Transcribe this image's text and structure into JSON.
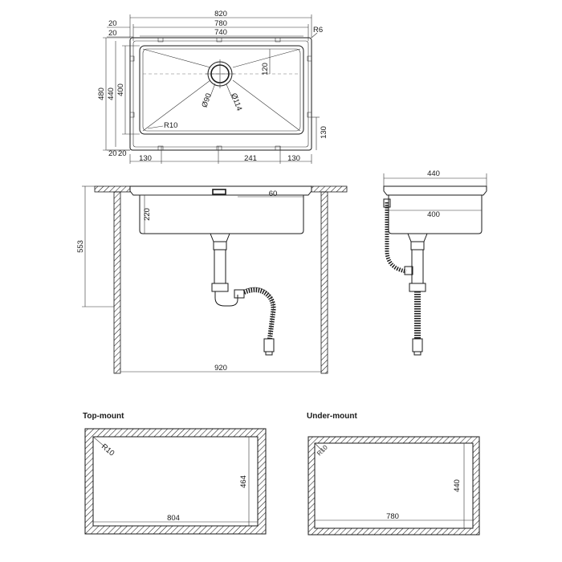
{
  "top_view": {
    "width_outer": "820",
    "width_middle": "780",
    "width_inner": "740",
    "corner_radius_outer": "R6",
    "height_outer": "480",
    "height_middle": "440",
    "height_inner": "400",
    "drain_offset": "120",
    "drain_diameter_inner": "Ø90",
    "drain_diameter_outer": "Ø114",
    "corner_radius_inner": "R10",
    "right_offset": "130",
    "margin_top_a": "20",
    "margin_top_b": "20",
    "margin_bottom_a": "20",
    "margin_bottom_b": "20",
    "bottom_left": "130",
    "bottom_center": "241",
    "bottom_right": "130"
  },
  "front_view": {
    "depth": "220",
    "rim_height": "60",
    "total_height": "553",
    "cabinet_width": "920"
  },
  "side_view": {
    "outer_width": "440",
    "inner_width": "400"
  },
  "cutouts": {
    "top_mount": {
      "title": "Top-mount",
      "radius": "R10",
      "width": "804",
      "height": "464"
    },
    "under_mount": {
      "title": "Under-mount",
      "radius": "R10",
      "width": "780",
      "height": "440"
    }
  }
}
